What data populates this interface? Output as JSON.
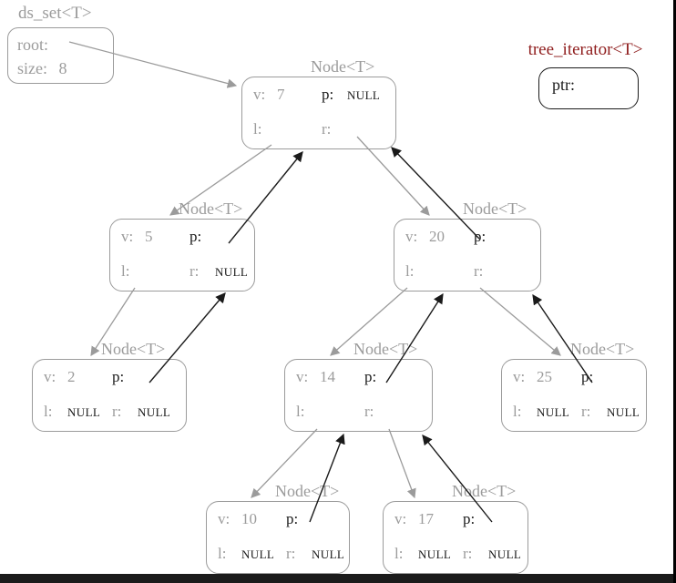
{
  "colors": {
    "gray": "#9b9b9b",
    "black": "#1a1a1a",
    "red": "#8f1d1d",
    "bar": "#1b1b1b"
  },
  "ds_set": {
    "title": "ds_set<T>",
    "root_label": "root:",
    "size_label": "size:",
    "size_value": "8"
  },
  "iterator": {
    "title": "tree_iterator<T>",
    "ptr_label": "ptr:"
  },
  "node_title": "Node<T>",
  "labels": {
    "v": "v:",
    "p": "p:",
    "l": "l:",
    "r": "r:"
  },
  "nodes": [
    {
      "id": "root",
      "v": "7",
      "p": "NULL",
      "l": "",
      "r": ""
    },
    {
      "id": "n5",
      "v": "5",
      "p": "",
      "l": "",
      "r": "NULL"
    },
    {
      "id": "n20",
      "v": "20",
      "p": "",
      "l": "",
      "r": ""
    },
    {
      "id": "n2",
      "v": "2",
      "p": "",
      "l": "NULL",
      "r": "NULL"
    },
    {
      "id": "n14",
      "v": "14",
      "p": "",
      "l": "",
      "r": ""
    },
    {
      "id": "n25",
      "v": "25",
      "p": "",
      "l": "NULL",
      "r": "NULL"
    },
    {
      "id": "n10",
      "v": "10",
      "p": "",
      "l": "NULL",
      "r": "NULL"
    },
    {
      "id": "n17",
      "v": "17",
      "p": "",
      "l": "NULL",
      "r": "NULL"
    }
  ],
  "edges": {
    "child_pointers": [
      "root->7",
      "7.l->5",
      "7.r->20",
      "5.l->2",
      "20.l->14",
      "20.r->25",
      "14.l->10",
      "14.r->17"
    ],
    "parent_pointers": [
      "5.p->7",
      "20.p->7",
      "2.p->5",
      "14.p->20",
      "25.p->20",
      "10.p->14",
      "17.p->14"
    ]
  }
}
